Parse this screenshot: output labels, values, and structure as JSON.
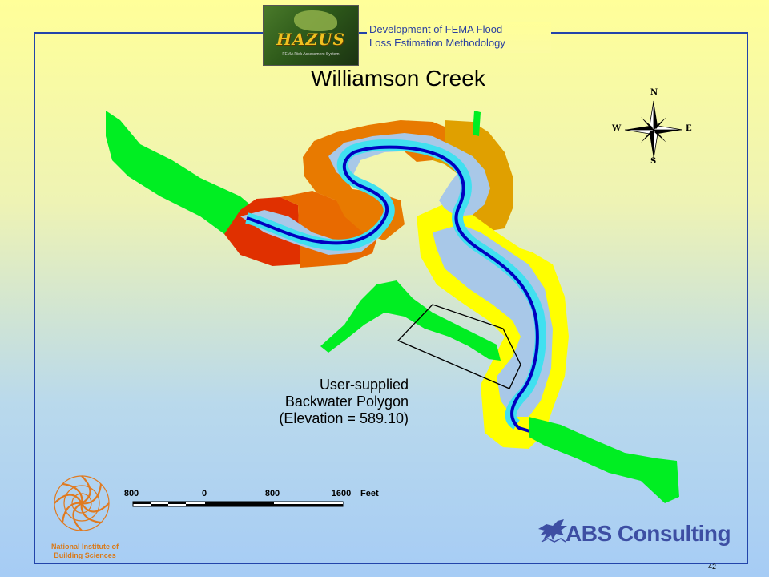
{
  "header": {
    "logo_text": "HAZUS",
    "logo_subtext": "FEMA Risk Assessment System",
    "line1": "Development of FEMA Flood",
    "line2": "Loss Estimation Methodology"
  },
  "title": "Williamson Creek",
  "compass": {
    "n": "N",
    "s": "S",
    "e": "E",
    "w": "W"
  },
  "annotation": {
    "line1": "User-supplied",
    "line2": "Backwater Polygon",
    "line3": "(Elevation = 589.10)"
  },
  "scale": {
    "ticks": [
      "800",
      "0",
      "800",
      "1600"
    ],
    "unit": "Feet"
  },
  "footer": {
    "nibs_line1": "National Institute of",
    "nibs_line2": "Building Sciences",
    "abs_text": "ABS Consulting",
    "page_number": "42"
  },
  "colors": {
    "frame": "#2244aa",
    "floodplain_green": "#00ee22",
    "depth_red": "#e03000",
    "depth_orange": "#e87000",
    "depth_amber": "#e0a000",
    "depth_yellow": "#ffff00",
    "depth_light": "#a8c8e8",
    "depth_cyan": "#40e0f0",
    "channel_blue": "#0000c0",
    "header_text": "#2a3fa0",
    "abs_blue": "#3d4ea3",
    "nibs_orange": "#d97a1a"
  }
}
